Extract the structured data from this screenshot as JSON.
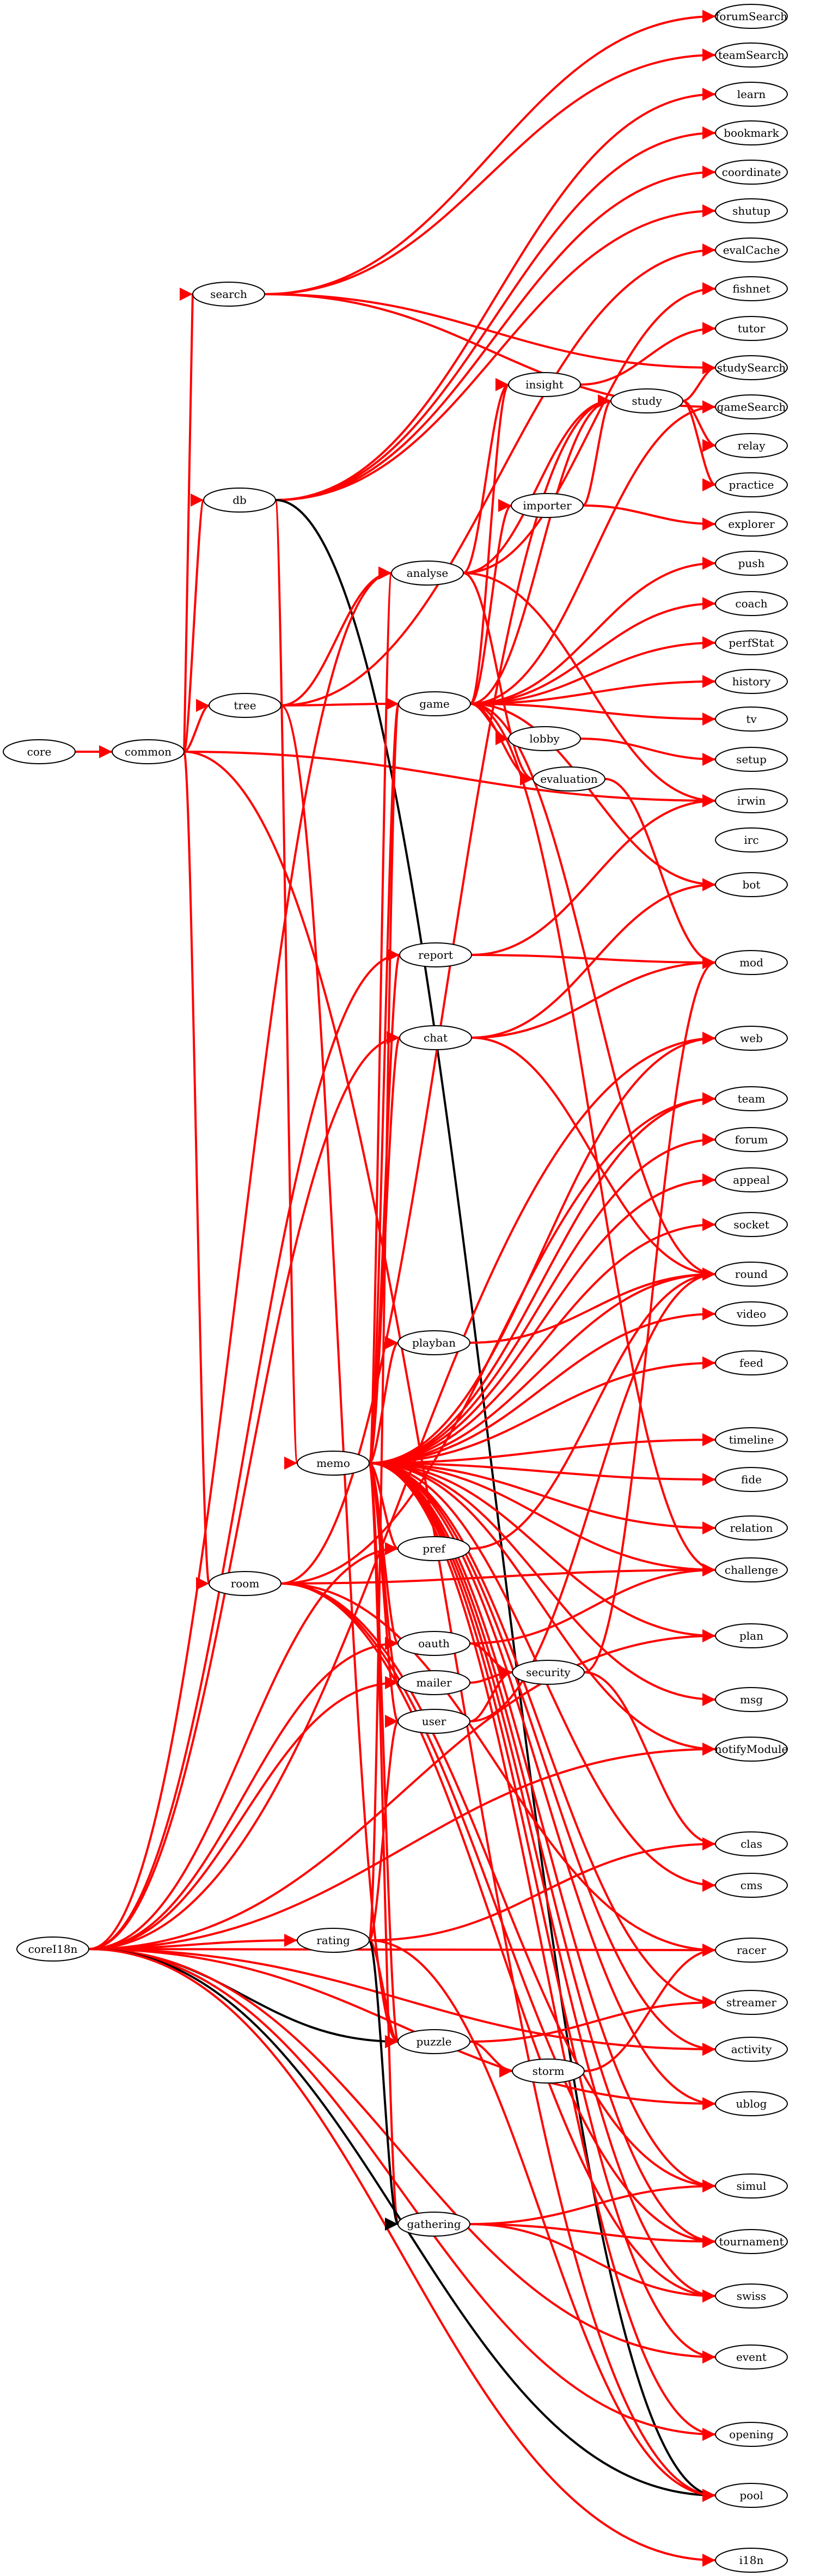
{
  "colors": {
    "dependency": "#ff0000",
    "secondary": "#000000"
  },
  "nodes": [
    {
      "id": "core",
      "label": "core"
    },
    {
      "id": "common",
      "label": "common"
    },
    {
      "id": "search",
      "label": "search"
    },
    {
      "id": "db",
      "label": "db"
    },
    {
      "id": "tree",
      "label": "tree"
    },
    {
      "id": "analyse",
      "label": "analyse"
    },
    {
      "id": "game",
      "label": "game"
    },
    {
      "id": "insight",
      "label": "insight"
    },
    {
      "id": "study",
      "label": "study"
    },
    {
      "id": "importer",
      "label": "importer"
    },
    {
      "id": "lobby",
      "label": "lobby"
    },
    {
      "id": "evaluation",
      "label": "evaluation"
    },
    {
      "id": "report",
      "label": "report"
    },
    {
      "id": "chat",
      "label": "chat"
    },
    {
      "id": "playban",
      "label": "playban"
    },
    {
      "id": "memo",
      "label": "memo"
    },
    {
      "id": "pref",
      "label": "pref"
    },
    {
      "id": "room",
      "label": "room"
    },
    {
      "id": "oauth",
      "label": "oauth"
    },
    {
      "id": "mailer",
      "label": "mailer"
    },
    {
      "id": "security",
      "label": "security"
    },
    {
      "id": "user",
      "label": "user"
    },
    {
      "id": "coreI18n",
      "label": "coreI18n"
    },
    {
      "id": "rating",
      "label": "rating"
    },
    {
      "id": "puzzle",
      "label": "puzzle"
    },
    {
      "id": "storm",
      "label": "storm"
    },
    {
      "id": "gathering",
      "label": "gathering"
    },
    {
      "id": "forumSearch",
      "label": "forumSearch"
    },
    {
      "id": "teamSearch",
      "label": "teamSearch"
    },
    {
      "id": "learn",
      "label": "learn"
    },
    {
      "id": "bookmark",
      "label": "bookmark"
    },
    {
      "id": "coordinate",
      "label": "coordinate"
    },
    {
      "id": "shutup",
      "label": "shutup"
    },
    {
      "id": "evalCache",
      "label": "evalCache"
    },
    {
      "id": "fishnet",
      "label": "fishnet"
    },
    {
      "id": "tutor",
      "label": "tutor"
    },
    {
      "id": "studySearch",
      "label": "studySearch"
    },
    {
      "id": "gameSearch",
      "label": "gameSearch"
    },
    {
      "id": "relay",
      "label": "relay"
    },
    {
      "id": "practice",
      "label": "practice"
    },
    {
      "id": "explorer",
      "label": "explorer"
    },
    {
      "id": "push",
      "label": "push"
    },
    {
      "id": "coach",
      "label": "coach"
    },
    {
      "id": "perfStat",
      "label": "perfStat"
    },
    {
      "id": "history",
      "label": "history"
    },
    {
      "id": "tv",
      "label": "tv"
    },
    {
      "id": "setup",
      "label": "setup"
    },
    {
      "id": "irwin",
      "label": "irwin"
    },
    {
      "id": "irc",
      "label": "irc"
    },
    {
      "id": "bot",
      "label": "bot"
    },
    {
      "id": "mod",
      "label": "mod"
    },
    {
      "id": "web",
      "label": "web"
    },
    {
      "id": "team",
      "label": "team"
    },
    {
      "id": "forum",
      "label": "forum"
    },
    {
      "id": "appeal",
      "label": "appeal"
    },
    {
      "id": "socket",
      "label": "socket"
    },
    {
      "id": "round",
      "label": "round"
    },
    {
      "id": "video",
      "label": "video"
    },
    {
      "id": "feed",
      "label": "feed"
    },
    {
      "id": "timeline",
      "label": "timeline"
    },
    {
      "id": "fide",
      "label": "fide"
    },
    {
      "id": "relation",
      "label": "relation"
    },
    {
      "id": "challenge",
      "label": "challenge"
    },
    {
      "id": "plan",
      "label": "plan"
    },
    {
      "id": "msg",
      "label": "msg"
    },
    {
      "id": "notifyModule",
      "label": "notifyModule"
    },
    {
      "id": "clas",
      "label": "clas"
    },
    {
      "id": "cms",
      "label": "cms"
    },
    {
      "id": "racer",
      "label": "racer"
    },
    {
      "id": "streamer",
      "label": "streamer"
    },
    {
      "id": "activity",
      "label": "activity"
    },
    {
      "id": "ublog",
      "label": "ublog"
    },
    {
      "id": "simul",
      "label": "simul"
    },
    {
      "id": "tournament",
      "label": "tournament"
    },
    {
      "id": "swiss",
      "label": "swiss"
    },
    {
      "id": "event",
      "label": "event"
    },
    {
      "id": "opening",
      "label": "opening"
    },
    {
      "id": "pool",
      "label": "pool"
    },
    {
      "id": "i18n",
      "label": "i18n"
    }
  ],
  "edges": [
    {
      "from": "core",
      "to": "common",
      "kind": "red"
    },
    {
      "from": "common",
      "to": "search",
      "kind": "red"
    },
    {
      "from": "common",
      "to": "db",
      "kind": "red"
    },
    {
      "from": "common",
      "to": "tree",
      "kind": "red"
    },
    {
      "from": "common",
      "to": "room",
      "kind": "red"
    },
    {
      "from": "common",
      "to": "irwin",
      "kind": "red"
    },
    {
      "from": "common",
      "to": "pool",
      "kind": "red"
    },
    {
      "from": "search",
      "to": "forumSearch",
      "kind": "red"
    },
    {
      "from": "search",
      "to": "teamSearch",
      "kind": "red"
    },
    {
      "from": "search",
      "to": "studySearch",
      "kind": "red"
    },
    {
      "from": "search",
      "to": "gameSearch",
      "kind": "red"
    },
    {
      "from": "db",
      "to": "learn",
      "kind": "red"
    },
    {
      "from": "db",
      "to": "bookmark",
      "kind": "red"
    },
    {
      "from": "db",
      "to": "coordinate",
      "kind": "red"
    },
    {
      "from": "db",
      "to": "shutup",
      "kind": "red"
    },
    {
      "from": "db",
      "to": "memo",
      "kind": "red"
    },
    {
      "from": "db",
      "to": "pool",
      "kind": "black"
    },
    {
      "from": "tree",
      "to": "analyse",
      "kind": "red"
    },
    {
      "from": "tree",
      "to": "game",
      "kind": "red"
    },
    {
      "from": "tree",
      "to": "evalCache",
      "kind": "red"
    },
    {
      "from": "tree",
      "to": "puzzle",
      "kind": "red"
    },
    {
      "from": "analyse",
      "to": "fishnet",
      "kind": "red"
    },
    {
      "from": "analyse",
      "to": "insight",
      "kind": "red"
    },
    {
      "from": "analyse",
      "to": "study",
      "kind": "red"
    },
    {
      "from": "analyse",
      "to": "irwin",
      "kind": "red"
    },
    {
      "from": "analyse",
      "to": "evaluation",
      "kind": "red"
    },
    {
      "from": "game",
      "to": "insight",
      "kind": "red"
    },
    {
      "from": "game",
      "to": "study",
      "kind": "red"
    },
    {
      "from": "game",
      "to": "importer",
      "kind": "red"
    },
    {
      "from": "game",
      "to": "gameSearch",
      "kind": "red"
    },
    {
      "from": "game",
      "to": "push",
      "kind": "red"
    },
    {
      "from": "game",
      "to": "coach",
      "kind": "red"
    },
    {
      "from": "game",
      "to": "perfStat",
      "kind": "red"
    },
    {
      "from": "game",
      "to": "history",
      "kind": "red"
    },
    {
      "from": "game",
      "to": "tv",
      "kind": "red"
    },
    {
      "from": "game",
      "to": "lobby",
      "kind": "red"
    },
    {
      "from": "game",
      "to": "evaluation",
      "kind": "red"
    },
    {
      "from": "game",
      "to": "bot",
      "kind": "red"
    },
    {
      "from": "game",
      "to": "round",
      "kind": "red"
    },
    {
      "from": "game",
      "to": "challenge",
      "kind": "red"
    },
    {
      "from": "insight",
      "to": "tutor",
      "kind": "red"
    },
    {
      "from": "study",
      "to": "studySearch",
      "kind": "red"
    },
    {
      "from": "study",
      "to": "relay",
      "kind": "red"
    },
    {
      "from": "study",
      "to": "practice",
      "kind": "red"
    },
    {
      "from": "importer",
      "to": "study",
      "kind": "red"
    },
    {
      "from": "importer",
      "to": "explorer",
      "kind": "red"
    },
    {
      "from": "lobby",
      "to": "setup",
      "kind": "red"
    },
    {
      "from": "evaluation",
      "to": "mod",
      "kind": "red"
    },
    {
      "from": "report",
      "to": "irwin",
      "kind": "red"
    },
    {
      "from": "report",
      "to": "mod",
      "kind": "red"
    },
    {
      "from": "chat",
      "to": "bot",
      "kind": "red"
    },
    {
      "from": "chat",
      "to": "mod",
      "kind": "red"
    },
    {
      "from": "chat",
      "to": "round",
      "kind": "red"
    },
    {
      "from": "playban",
      "to": "round",
      "kind": "red"
    },
    {
      "from": "memo",
      "to": "analyse",
      "kind": "red"
    },
    {
      "from": "memo",
      "to": "game",
      "kind": "red"
    },
    {
      "from": "memo",
      "to": "report",
      "kind": "red"
    },
    {
      "from": "memo",
      "to": "chat",
      "kind": "red"
    },
    {
      "from": "memo",
      "to": "playban",
      "kind": "red"
    },
    {
      "from": "memo",
      "to": "pref",
      "kind": "red"
    },
    {
      "from": "memo",
      "to": "oauth",
      "kind": "red"
    },
    {
      "from": "memo",
      "to": "mailer",
      "kind": "red"
    },
    {
      "from": "memo",
      "to": "user",
      "kind": "red"
    },
    {
      "from": "memo",
      "to": "puzzle",
      "kind": "red"
    },
    {
      "from": "memo",
      "to": "gathering",
      "kind": "red"
    },
    {
      "from": "memo",
      "to": "web",
      "kind": "red"
    },
    {
      "from": "memo",
      "to": "team",
      "kind": "red"
    },
    {
      "from": "memo",
      "to": "forum",
      "kind": "red"
    },
    {
      "from": "memo",
      "to": "appeal",
      "kind": "red"
    },
    {
      "from": "memo",
      "to": "socket",
      "kind": "red"
    },
    {
      "from": "memo",
      "to": "round",
      "kind": "red"
    },
    {
      "from": "memo",
      "to": "video",
      "kind": "red"
    },
    {
      "from": "memo",
      "to": "feed",
      "kind": "red"
    },
    {
      "from": "memo",
      "to": "timeline",
      "kind": "red"
    },
    {
      "from": "memo",
      "to": "fide",
      "kind": "red"
    },
    {
      "from": "memo",
      "to": "relation",
      "kind": "red"
    },
    {
      "from": "memo",
      "to": "challenge",
      "kind": "red"
    },
    {
      "from": "memo",
      "to": "plan",
      "kind": "red"
    },
    {
      "from": "memo",
      "to": "msg",
      "kind": "red"
    },
    {
      "from": "memo",
      "to": "notifyModule",
      "kind": "red"
    },
    {
      "from": "memo",
      "to": "cms",
      "kind": "red"
    },
    {
      "from": "memo",
      "to": "streamer",
      "kind": "red"
    },
    {
      "from": "memo",
      "to": "activity",
      "kind": "red"
    },
    {
      "from": "memo",
      "to": "ublog",
      "kind": "red"
    },
    {
      "from": "memo",
      "to": "simul",
      "kind": "red"
    },
    {
      "from": "memo",
      "to": "tournament",
      "kind": "red"
    },
    {
      "from": "memo",
      "to": "swiss",
      "kind": "red"
    },
    {
      "from": "memo",
      "to": "event",
      "kind": "red"
    },
    {
      "from": "memo",
      "to": "opening",
      "kind": "red"
    },
    {
      "from": "pref",
      "to": "round",
      "kind": "red"
    },
    {
      "from": "room",
      "to": "study",
      "kind": "red"
    },
    {
      "from": "room",
      "to": "team",
      "kind": "red"
    },
    {
      "from": "room",
      "to": "challenge",
      "kind": "red"
    },
    {
      "from": "room",
      "to": "racer",
      "kind": "red"
    },
    {
      "from": "room",
      "to": "simul",
      "kind": "red"
    },
    {
      "from": "room",
      "to": "tournament",
      "kind": "red"
    },
    {
      "from": "room",
      "to": "swiss",
      "kind": "red"
    },
    {
      "from": "oauth",
      "to": "security",
      "kind": "red"
    },
    {
      "from": "oauth",
      "to": "challenge",
      "kind": "red"
    },
    {
      "from": "mailer",
      "to": "security",
      "kind": "red"
    },
    {
      "from": "security",
      "to": "mod",
      "kind": "red"
    },
    {
      "from": "security",
      "to": "clas",
      "kind": "red"
    },
    {
      "from": "user",
      "to": "security",
      "kind": "red"
    },
    {
      "from": "user",
      "to": "round",
      "kind": "red"
    },
    {
      "from": "coreI18n",
      "to": "analyse",
      "kind": "red"
    },
    {
      "from": "coreI18n",
      "to": "report",
      "kind": "red"
    },
    {
      "from": "coreI18n",
      "to": "chat",
      "kind": "red"
    },
    {
      "from": "coreI18n",
      "to": "web",
      "kind": "red"
    },
    {
      "from": "coreI18n",
      "to": "pref",
      "kind": "red"
    },
    {
      "from": "coreI18n",
      "to": "oauth",
      "kind": "red"
    },
    {
      "from": "coreI18n",
      "to": "mailer",
      "kind": "red"
    },
    {
      "from": "coreI18n",
      "to": "plan",
      "kind": "red"
    },
    {
      "from": "coreI18n",
      "to": "notifyModule",
      "kind": "red"
    },
    {
      "from": "coreI18n",
      "to": "rating",
      "kind": "red"
    },
    {
      "from": "coreI18n",
      "to": "puzzle",
      "kind": "black"
    },
    {
      "from": "coreI18n",
      "to": "racer",
      "kind": "red"
    },
    {
      "from": "coreI18n",
      "to": "activity",
      "kind": "red"
    },
    {
      "from": "coreI18n",
      "to": "ublog",
      "kind": "red"
    },
    {
      "from": "coreI18n",
      "to": "event",
      "kind": "red"
    },
    {
      "from": "coreI18n",
      "to": "opening",
      "kind": "red"
    },
    {
      "from": "coreI18n",
      "to": "pool",
      "kind": "black"
    },
    {
      "from": "coreI18n",
      "to": "i18n",
      "kind": "red"
    },
    {
      "from": "rating",
      "to": "game",
      "kind": "red"
    },
    {
      "from": "rating",
      "to": "user",
      "kind": "red"
    },
    {
      "from": "rating",
      "to": "puzzle",
      "kind": "red"
    },
    {
      "from": "rating",
      "to": "gathering",
      "kind": "black"
    },
    {
      "from": "rating",
      "to": "clas",
      "kind": "red"
    },
    {
      "from": "rating",
      "to": "pool",
      "kind": "red"
    },
    {
      "from": "puzzle",
      "to": "storm",
      "kind": "red"
    },
    {
      "from": "puzzle",
      "to": "streamer",
      "kind": "red"
    },
    {
      "from": "storm",
      "to": "racer",
      "kind": "red"
    },
    {
      "from": "gathering",
      "to": "simul",
      "kind": "red"
    },
    {
      "from": "gathering",
      "to": "tournament",
      "kind": "red"
    },
    {
      "from": "gathering",
      "to": "swiss",
      "kind": "red"
    }
  ]
}
